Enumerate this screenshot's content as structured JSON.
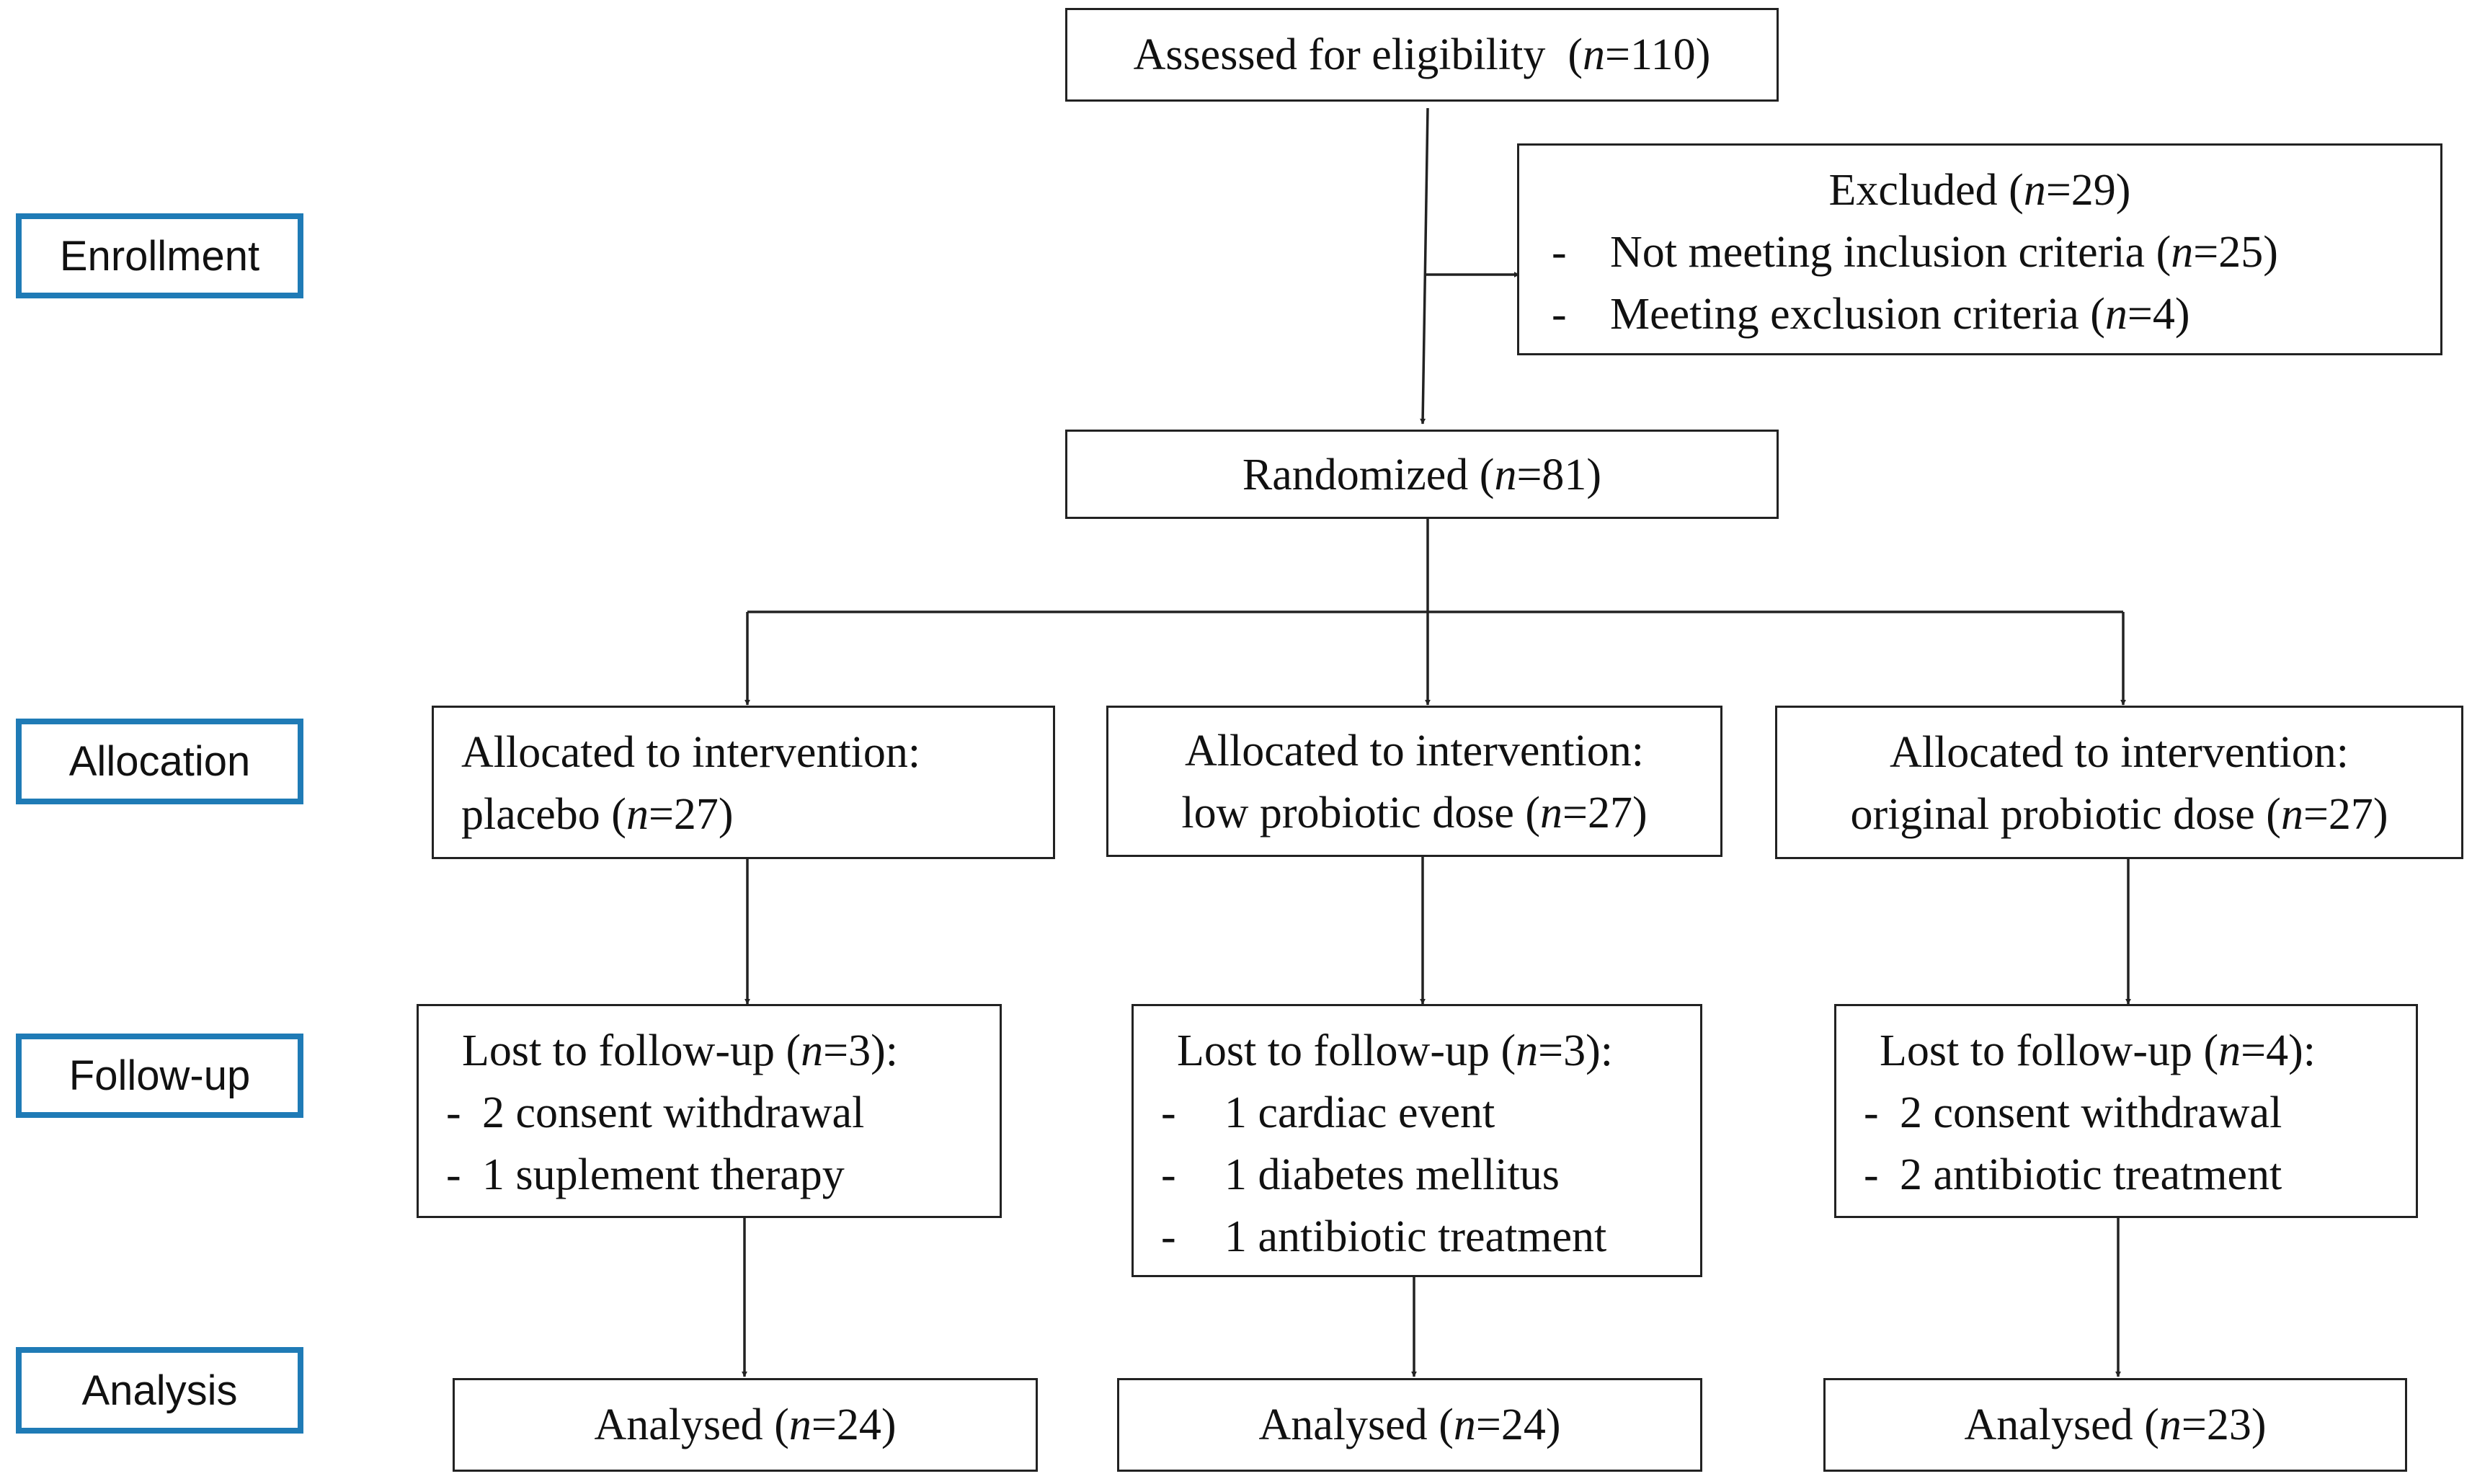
{
  "stages": {
    "enrollment": "Enrollment",
    "allocation": "Allocation",
    "followup": "Follow-up",
    "analysis": "Analysis"
  },
  "assessed": {
    "label": "Assessed for eligibility",
    "n": "110"
  },
  "excluded": {
    "label": "Excluded",
    "n": "29",
    "bullet": "-",
    "items": [
      {
        "label": "Not meeting inclusion criteria",
        "n": "25"
      },
      {
        "label": "Meeting exclusion criteria",
        "n": "4"
      }
    ]
  },
  "randomized": {
    "label": "Randomized",
    "n": "81"
  },
  "allocated": [
    {
      "line1": "Allocated to intervention:",
      "line2": "placebo",
      "n": "27"
    },
    {
      "line1": "Allocated to intervention:",
      "line2": "low probiotic dose",
      "n": "27"
    },
    {
      "line1": "Allocated to intervention:",
      "line2": "original probiotic dose",
      "n": "27"
    }
  ],
  "lost": [
    {
      "label": "Lost to follow-up",
      "n": "3",
      "items": [
        "2 consent withdrawal",
        "1 suplement therapy"
      ]
    },
    {
      "label": "Lost to follow-up",
      "n": "3",
      "items": [
        "1 cardiac event",
        "1 diabetes mellitus",
        "1 antibiotic treatment"
      ]
    },
    {
      "label": "Lost to follow-up",
      "n": "4",
      "items": [
        "2 consent withdrawal",
        "2 antibiotic treatment"
      ]
    }
  ],
  "analysed": [
    {
      "label": "Analysed",
      "n": "24"
    },
    {
      "label": "Analysed",
      "n": "24"
    },
    {
      "label": "Analysed",
      "n": "23"
    }
  ],
  "n_symbol": "n",
  "colors": {
    "stage_border": "#1f7bb6",
    "box_border": "#222222",
    "line": "#222222"
  }
}
